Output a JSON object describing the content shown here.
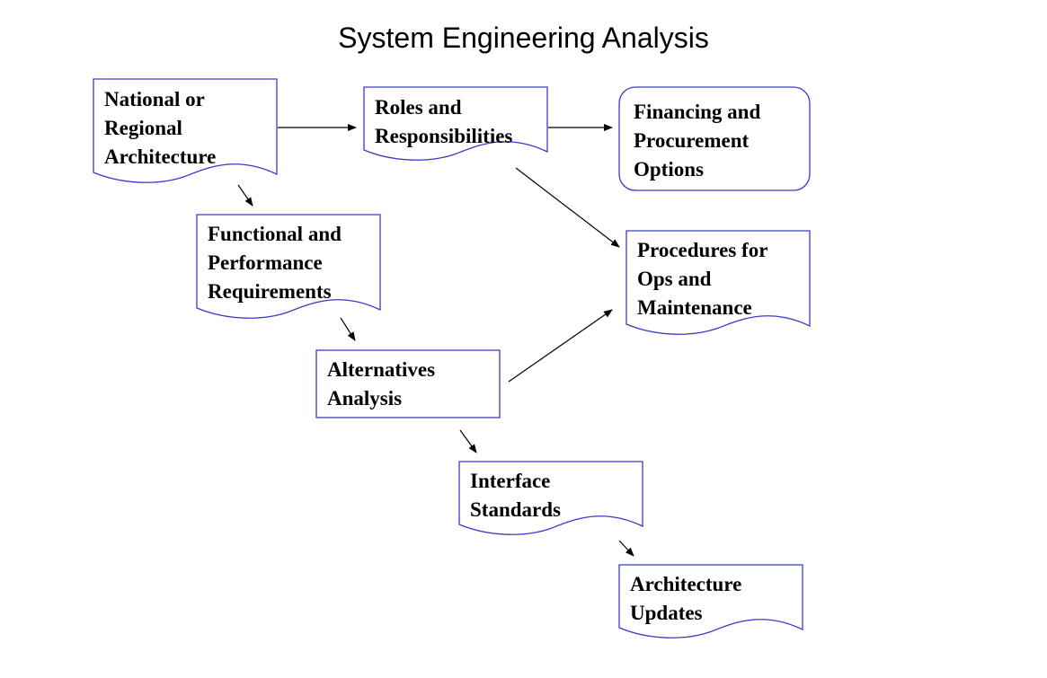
{
  "title": "System Engineering Analysis",
  "colors": {
    "box_border": "#3a3ac8",
    "arrow": "#000000",
    "text": "#000000"
  },
  "nodes": [
    {
      "id": "national-regional-architecture",
      "shape": "document",
      "lines": [
        "National or",
        "Regional",
        "Architecture"
      ]
    },
    {
      "id": "roles-responsibilities",
      "shape": "document",
      "lines": [
        "Roles and",
        "Responsibilities"
      ]
    },
    {
      "id": "financing-procurement",
      "shape": "rounded-rectangle",
      "lines": [
        "Financing and",
        "Procurement",
        "Options"
      ]
    },
    {
      "id": "functional-performance-requirements",
      "shape": "document",
      "lines": [
        "Functional and",
        "Performance",
        "Requirements"
      ]
    },
    {
      "id": "procedures-ops-maintenance",
      "shape": "document",
      "lines": [
        "Procedures for",
        "Ops and",
        "Maintenance"
      ]
    },
    {
      "id": "alternatives-analysis",
      "shape": "rectangle",
      "lines": [
        "Alternatives",
        "Analysis"
      ]
    },
    {
      "id": "interface-standards",
      "shape": "document",
      "lines": [
        "Interface",
        "Standards"
      ]
    },
    {
      "id": "architecture-updates",
      "shape": "document",
      "lines": [
        "Architecture",
        "Updates"
      ]
    }
  ],
  "edges": [
    {
      "from": "national-regional-architecture",
      "to": "roles-responsibilities"
    },
    {
      "from": "roles-responsibilities",
      "to": "financing-procurement"
    },
    {
      "from": "national-regional-architecture",
      "to": "functional-performance-requirements"
    },
    {
      "from": "roles-responsibilities",
      "to": "procedures-ops-maintenance"
    },
    {
      "from": "functional-performance-requirements",
      "to": "alternatives-analysis"
    },
    {
      "from": "alternatives-analysis",
      "to": "procedures-ops-maintenance"
    },
    {
      "from": "alternatives-analysis",
      "to": "interface-standards"
    },
    {
      "from": "interface-standards",
      "to": "architecture-updates"
    }
  ]
}
